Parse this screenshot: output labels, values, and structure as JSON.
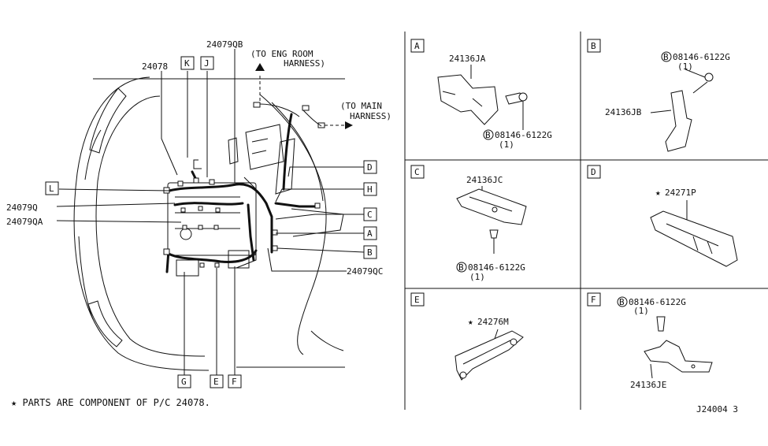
{
  "main": {
    "parts": {
      "p24078": "24078",
      "p24079QB": "24079QB",
      "p24079Q": "24079Q",
      "p24079QA": "24079QA",
      "p24079QC": "24079QC"
    },
    "to_eng_room_1": "(TO ENG ROOM",
    "to_eng_room_2": "HARNESS)",
    "to_main_1": "(TO MAIN",
    "to_main_2": "HARNESS)",
    "callouts": {
      "K": "K",
      "J": "J",
      "L": "L",
      "D": "D",
      "H": "H",
      "C": "C",
      "A": "A",
      "B": "B",
      "G": "G",
      "E": "E",
      "F": "F"
    }
  },
  "panels": {
    "A": {
      "letter": "A",
      "part": "24136JA",
      "bolt": "08146-6122G",
      "qty": "(1)",
      "b": "B"
    },
    "B": {
      "letter": "B",
      "part": "24136JB",
      "bolt": "08146-6122G",
      "qty": "(1)",
      "b": "B"
    },
    "C": {
      "letter": "C",
      "part": "24136JC",
      "bolt": "08146-6122G",
      "qty": "(1)",
      "b": "B"
    },
    "D": {
      "letter": "D",
      "part": "24271P",
      "star": "★"
    },
    "E": {
      "letter": "E",
      "part": "24276M",
      "star": "★"
    },
    "F": {
      "letter": "F",
      "part": "24136JE",
      "bolt": "08146-6122G",
      "qty": "(1)",
      "b": "B"
    }
  },
  "footnote": "★ PARTS ARE COMPONENT OF P/C 24078.",
  "code": "J24004 3"
}
